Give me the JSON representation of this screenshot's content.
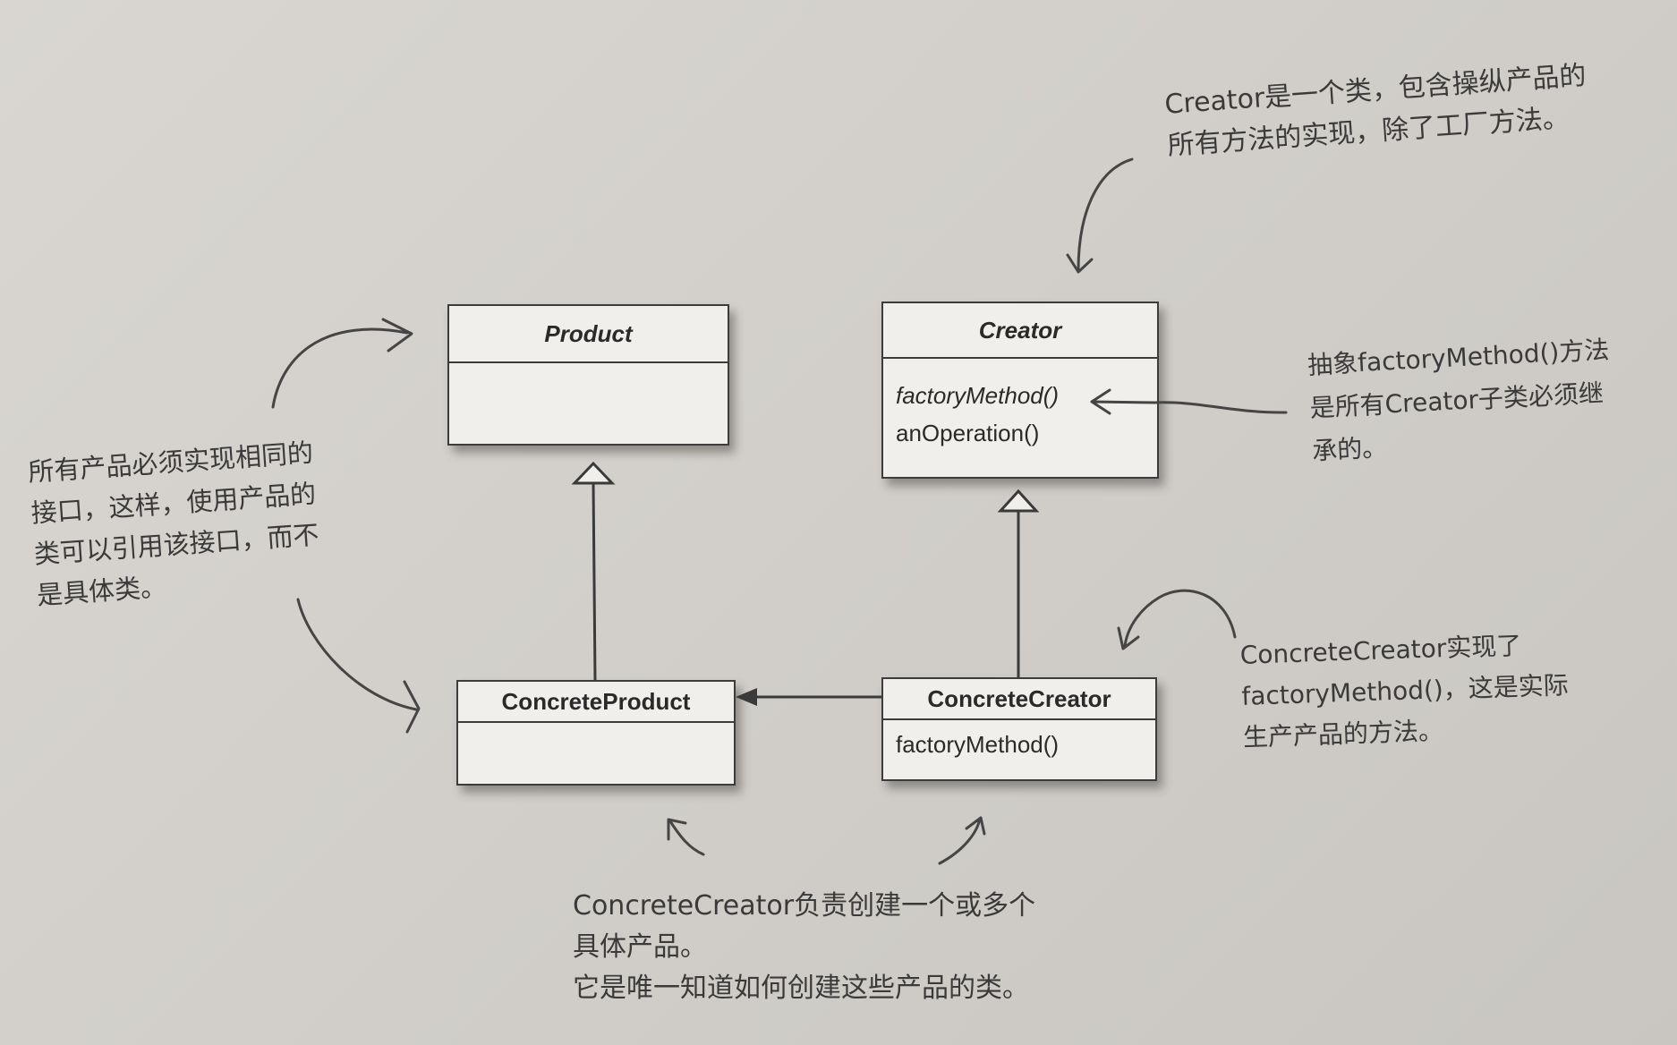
{
  "classes": {
    "product": {
      "name": "Product"
    },
    "creator": {
      "name": "Creator",
      "methods": [
        "factoryMethod()",
        "anOperation()"
      ]
    },
    "concrete_product": {
      "name": "ConcreteProduct"
    },
    "concrete_creator": {
      "name": "ConcreteCreator",
      "methods": [
        "factoryMethod()"
      ]
    }
  },
  "notes": {
    "creator_note": [
      "Creator是一个类，包含操纵产品的",
      "所有方法的实现，除了工厂方法。"
    ],
    "product_note": [
      "所有产品必须实现相同的",
      "接口，这样，使用产品的",
      "类可以引用该接口，而不",
      "是具体类。"
    ],
    "factory_method_note": [
      "抽象factoryMethod()方法",
      "是所有Creator子类必须继",
      "承的。"
    ],
    "concrete_creator_note": [
      "ConcreteCreator实现了",
      "factoryMethod()，这是实际",
      "生产产品的方法。"
    ],
    "bottom_note": [
      "ConcreteCreator负责创建一个或多个",
      "具体产品。",
      "它是唯一知道如何创建这些产品的类。"
    ]
  }
}
